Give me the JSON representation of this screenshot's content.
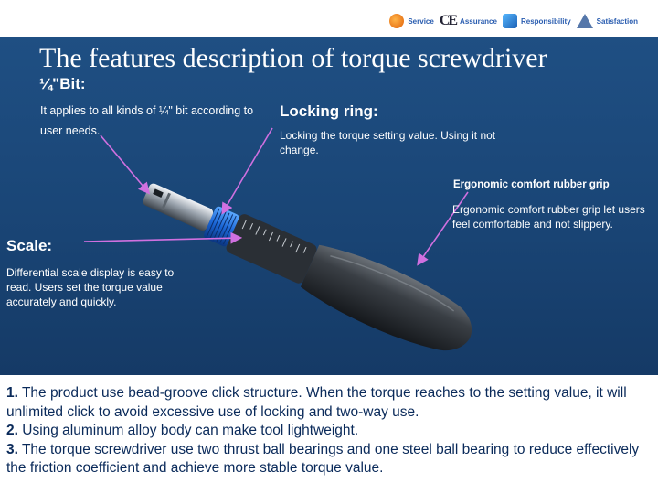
{
  "header": {
    "badges": [
      {
        "icon": "service-icon",
        "label": "Service"
      },
      {
        "icon": "ce-mark-icon",
        "label": "Assurance"
      },
      {
        "icon": "gs-mark-icon",
        "label": "Responsibility"
      },
      {
        "icon": "triangle-cert-icon",
        "label": "Satisfaction"
      }
    ]
  },
  "title": "The features description of torque screwdriver",
  "features": {
    "bit": {
      "heading": "¼\"Bit:",
      "description": "It applies to all kinds of  ¼\" bit according to user needs."
    },
    "locking_ring": {
      "heading": "Locking ring:",
      "description": "Locking the torque setting value. Using it not change."
    },
    "grip": {
      "heading": "Ergonomic comfort rubber grip",
      "description": "Ergonomic comfort rubber grip let users feel comfortable and not slippery."
    },
    "scale": {
      "heading": "Scale:",
      "description": "Differential scale display is easy to read. Users set the torque value  accurately and quickly."
    }
  },
  "notes": [
    {
      "number": "1.",
      "text": " The product use bead-groove click structure. When the torque reaches to the setting value, it will unlimited click to avoid excessive use of locking and  two-way use."
    },
    {
      "number": "2.",
      "text": " Using aluminum alloy body can make tool lightweight."
    },
    {
      "number": "3.",
      "text": " The torque screwdriver use two thrust ball bearings and one steel ball bearing to reduce effectively the friction coefficient and achieve more stable torque value."
    }
  ],
  "colors": {
    "panel": "#1a4677",
    "arrow": "#d070e0",
    "text_dark": "#0a2a5a",
    "badge_text": "#2a5db0"
  }
}
